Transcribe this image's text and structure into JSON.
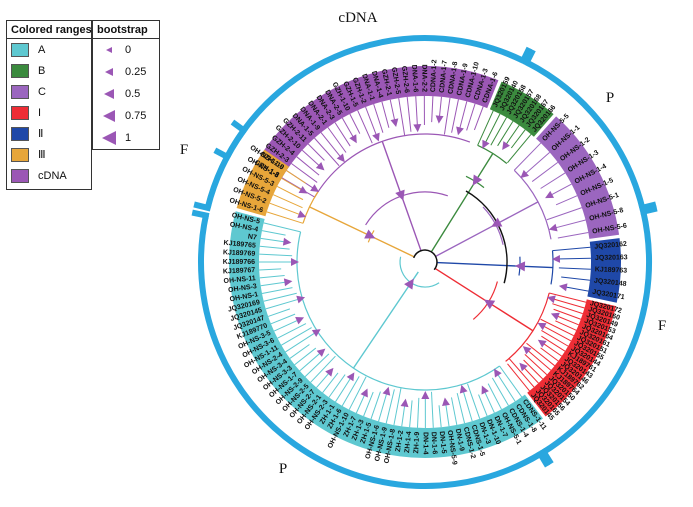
{
  "legend_colored": {
    "title": "Colored ranges",
    "items": [
      {
        "label": "A",
        "color": "#5ec8d0"
      },
      {
        "label": "B",
        "color": "#3b8a3e"
      },
      {
        "label": "C",
        "color": "#9b66bf"
      },
      {
        "label": "I",
        "color": "#ee2d35"
      },
      {
        "label": "Ⅱ",
        "color": "#1f48a8"
      },
      {
        "label": "Ⅲ",
        "color": "#e7a63a"
      },
      {
        "label": "cDNA",
        "color": "#9b57b5"
      }
    ]
  },
  "legend_bootstrap": {
    "title": "bootstrap",
    "items": [
      "0",
      "0.25",
      "0.5",
      "0.75",
      "1"
    ]
  },
  "clade_labels": {
    "top": "cDNA",
    "right_upper": "P",
    "right_lower": "F",
    "left_upper": "F",
    "bottom_left": "P"
  },
  "colors": {
    "ring": "#29a7df",
    "branch_black": "#111111"
  },
  "groups": [
    {
      "key": "cdna",
      "color": "#9b57b5",
      "tips": [
        "GZH-1-8",
        "GZH-1-9",
        "GZH-2-3",
        "GZH-2-4",
        "GZH-2-10",
        "GZH-2-11",
        "DNA-1-5",
        "DNA-1-9",
        "DNA-2-1",
        "DNA-2-3",
        "DNA-2-5",
        "GZH-1-10",
        "GZH-1-5",
        "GZH-1-2",
        "DNA-1-1",
        "DNA-1-4",
        "GZH-2-1",
        "GZH-2-5",
        "GZH-2-6",
        "DNA-1-6",
        "DNA-2-2",
        "CDNA-1-2",
        "CDNA-1-7",
        "CDNA-1-8",
        "CDNA-1-9",
        "CDNA-1-10",
        "CDNA-1-3",
        "CDNA-1-6"
      ]
    },
    {
      "key": "B",
      "color": "#3b8a3e",
      "tips": [
        "JQ320159",
        "JQ320140",
        "JQ320158",
        "JQ320157",
        "JQ320168",
        "JQ320167",
        "JQ320166"
      ]
    },
    {
      "key": "C",
      "color": "#9b66bf",
      "tips": [
        "OH-NS-5-5",
        "OH-NS-1-1",
        "OH-NS-1-2",
        "OH-NS-1-3",
        "OH-NS-1-4",
        "OH-NS-1-5",
        "OH-NS-5-1",
        "OH-NS-5-8",
        "OH-NS-5-6"
      ]
    },
    {
      "key": "II",
      "color": "#1f48a8",
      "tips": [
        "JQ320162",
        "JQ320163",
        "KJ189763",
        "JQ320148",
        "JQ320171"
      ]
    },
    {
      "key": "I",
      "color": "#ee2d35",
      "tips": [
        "JQ320172",
        "JQ320160",
        "JQ320149",
        "JQ320153",
        "JQ320164",
        "JQ320161",
        "JQ320151",
        "JQ320155",
        "JQ320144",
        "KJ189761",
        "JQ320143",
        "JQ320146",
        "KJ189762",
        "KJ189764",
        "JQ320150",
        "JQ320154",
        "JQ320156",
        "JQ320165",
        "JQ320145"
      ]
    },
    {
      "key": "A",
      "color": "#5ec8d0",
      "tips": [
        "CDNS-1-11",
        "CDNS-1-8",
        "CDNS-1-4",
        "OH-NS-5-1",
        "DN-1-7",
        "DN-1-10",
        "DN-1-3",
        "CDNS-1-5",
        "CDNS-1-2",
        "DN-1-9",
        "OH-NS-5-9",
        "DN-1-5",
        "DN-1-6",
        "DN-1-4",
        "ZH-1-9",
        "ZH-1-4",
        "ZH-1-2",
        "OH-NS-1-8",
        "OH-NS-1-9",
        "OH-NS-1-6",
        "ZH-1-5",
        "ZH-1-3",
        "ZH-1-7",
        "OH-NS-1-10",
        "ZH-1-6",
        "ZH-1-1",
        "OH-NS-2-3",
        "OH-NS-2-1",
        "OH-NS-2-7",
        "OH-NS-2-5",
        "OH-NS-2-9",
        "OH-NS-1-7",
        "OH-NS-3-3",
        "OH-NS-3-4",
        "OH-NS-2-4",
        "OH-NS-1-11",
        "OH-NS-3-6",
        "OH-NS-3-5",
        "KJ189770",
        "JQ320147",
        "JQ320145",
        "JQ320169",
        "OH-NS-1",
        "OH-NS-3",
        "OH-NS-11",
        "KJ189767",
        "KJ189766",
        "KJ189769",
        "KJ189765",
        "N7",
        "OH-NS-4",
        "OH-NS-5"
      ]
    },
    {
      "key": "III",
      "color": "#e7a63a",
      "tips": [
        "OH-NS-1-6",
        "OH-NS-5-2",
        "OH-NS-5-4",
        "OH-NS-5-3",
        "OH-NS-1-3",
        "OH-NS-1-10"
      ]
    }
  ]
}
